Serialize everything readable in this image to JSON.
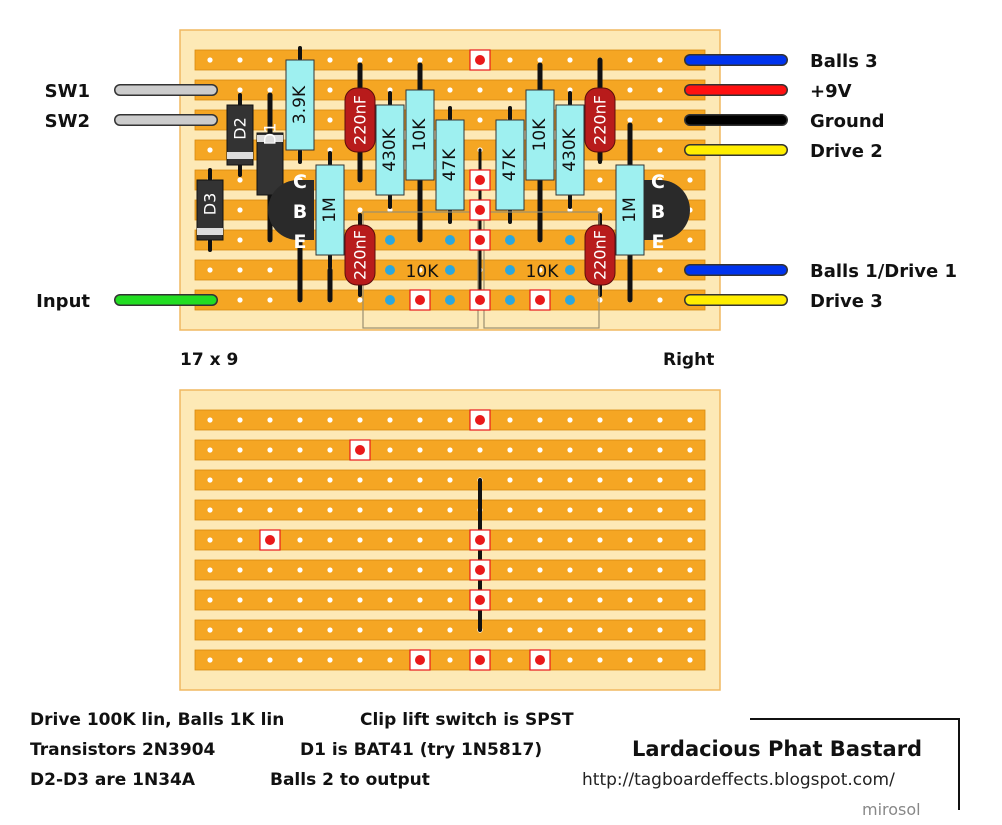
{
  "colors": {
    "board_bg": "#fde9b6",
    "strip": "#f5a623",
    "hole": "#ffffff",
    "wire_link": "#111111",
    "cut_mark": "#e8191c",
    "resistor": "#9ef0f0",
    "capacitor": "#b81b1b",
    "diode": "#333333",
    "transistor": "#2a2a2a",
    "wire_blue": "#0033ee",
    "wire_red": "#ff1111",
    "wire_black": "#000000",
    "wire_yellow": "#ffee00",
    "wire_grey": "#cccccc",
    "wire_green": "#22dd22",
    "pad": "#2aa7e0"
  },
  "board_labels": {
    "size": "17 x 9",
    "orientation": "Right"
  },
  "left_wires": [
    {
      "label": "SW1",
      "color": "wire_grey"
    },
    {
      "label": "SW2",
      "color": "wire_grey"
    },
    {
      "label": "Input",
      "color": "wire_green"
    }
  ],
  "right_wires": [
    {
      "label": "Balls 3",
      "color": "wire_blue"
    },
    {
      "label": "+9V",
      "color": "wire_red"
    },
    {
      "label": "Ground",
      "color": "wire_black"
    },
    {
      "label": "Drive 2",
      "color": "wire_yellow"
    },
    {
      "label": "Balls 1/Drive 1",
      "color": "wire_blue"
    },
    {
      "label": "Drive 3",
      "color": "wire_yellow"
    }
  ],
  "components": {
    "resistors": [
      "3.9K",
      "430K",
      "10K",
      "47K",
      "47K",
      "10K",
      "430K",
      "1M",
      "1M"
    ],
    "capacitors": [
      "220nF",
      "220nF",
      "220nF",
      "220nF"
    ],
    "diodes": [
      "D1",
      "D2",
      "D3"
    ],
    "pots": [
      "10K",
      "10K"
    ],
    "transistor_pins": [
      "C",
      "B",
      "E"
    ]
  },
  "notes": [
    "Drive 100K lin, Balls 1K lin",
    "Clip lift switch is  SPST",
    "Transistors 2N3904",
    "D1 is BAT41 (try 1N5817)",
    "D2-D3 are 1N34A",
    "Balls 2 to output"
  ],
  "title": "Lardacious Phat Bastard",
  "url": "http://tagboardeffects.blogspot.com/",
  "author": "mirosol"
}
